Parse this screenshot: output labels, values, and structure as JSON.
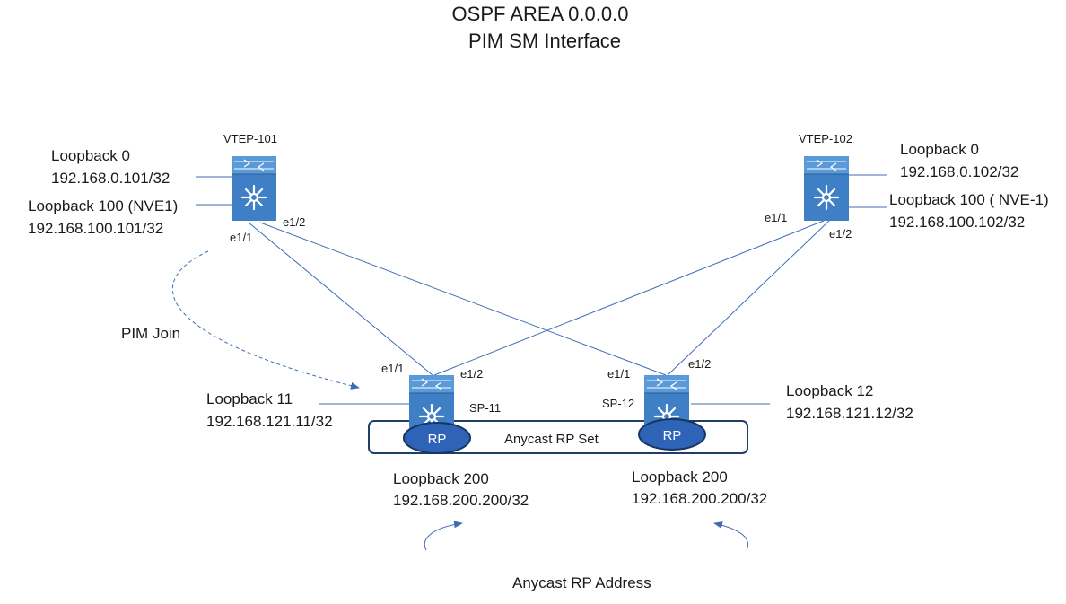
{
  "title": {
    "line1": "OSPF AREA 0.0.0.0",
    "line2": "PIM SM Interface"
  },
  "colors": {
    "switch_body": "#3f7fc6",
    "switch_top": "#5a9ad8",
    "rp_fill": "#2e63b8",
    "rp_stroke": "#16365f",
    "link": "#3f6db3"
  },
  "nodes": {
    "vtep101": {
      "name": "VTEP-101",
      "loopback0_label": "Loopback 0",
      "loopback0_ip": "192.168.0.101/32",
      "loopback100_label": "Loopback 100 (NVE1)",
      "loopback100_ip": "192.168.100.101/32",
      "port1": "e1/1",
      "port2": "e1/2"
    },
    "vtep102": {
      "name": "VTEP-102",
      "loopback0_label": "Loopback 0",
      "loopback0_ip": "192.168.0.102/32",
      "loopback100_label": "Loopback 100 ( NVE-1)",
      "loopback100_ip": "192.168.100.102/32",
      "port1": "e1/1",
      "port2": "e1/2"
    },
    "sp11": {
      "name": "SP-11",
      "loopback_label": "Loopback 11",
      "loopback_ip": "192.168.121.11/32",
      "port1": "e1/1",
      "port2": "e1/2",
      "rp": "RP",
      "loopback200_label": "Loopback 200",
      "loopback200_ip": "192.168.200.200/32"
    },
    "sp12": {
      "name": "SP-12",
      "loopback_label": "Loopback 12",
      "loopback_ip": "192.168.121.12/32",
      "port1": "e1/1",
      "port2": "e1/2",
      "rp": "RP",
      "loopback200_label": "Loopback 200",
      "loopback200_ip": "192.168.200.200/32"
    }
  },
  "annotations": {
    "pim_join": "PIM Join",
    "anycast_set": "Anycast RP Set",
    "anycast_address": "Anycast RP Address"
  },
  "icons": {
    "switch": "nexus-switch-icon"
  }
}
